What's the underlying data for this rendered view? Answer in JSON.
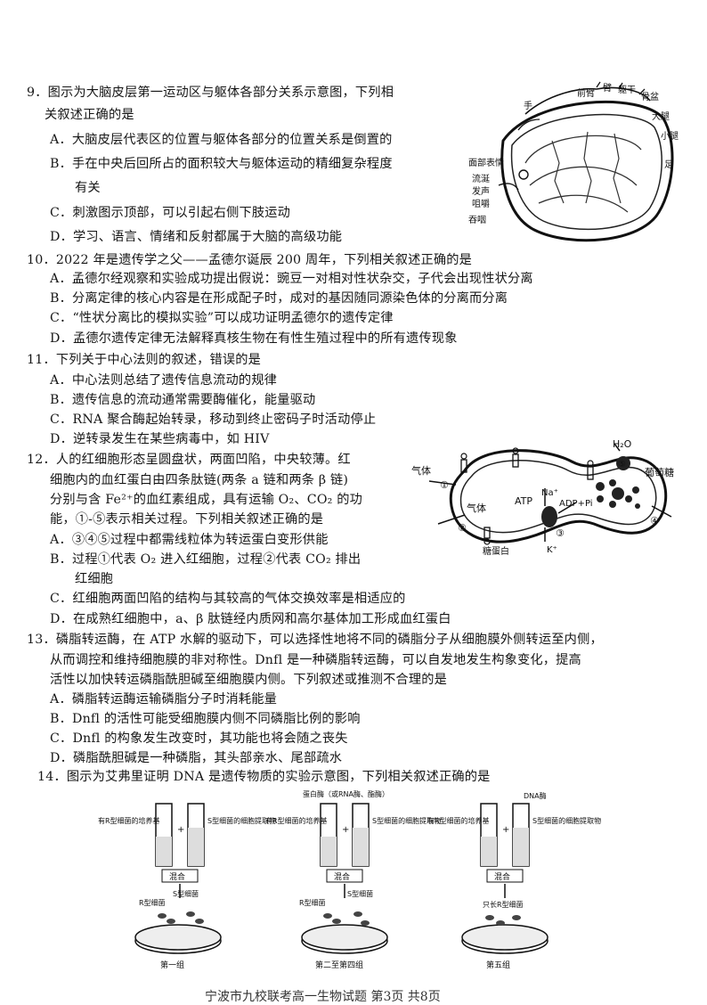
{
  "q9": {
    "stem1": "9．图示为大脑皮层第一运动区与躯体各部分关系示意图，下列相",
    "stem2": "关叙述正确的是",
    "A": "A．大脑皮层代表区的位置与躯体各部分的位置关系是倒置的",
    "B1": "B．手在中央后回所占的面积较大与躯体运动的精细复杂程度",
    "B2": "有关",
    "C": "C．刺激图示顶部，可以引起右侧下肢运动",
    "D": "D．学习、语言、情绪和反射都属于大脑的高级功能",
    "fig": {
      "hand": "手",
      "forearm": "前臂",
      "arm": "臂",
      "trunk": "躯干",
      "hip": "骨盆",
      "thigh": "大腿",
      "calf": "小腿",
      "foot": "足",
      "face": "面部表情",
      "drool": "流涎",
      "vocal": "发声",
      "chew": "咀嚼",
      "swallow": "吞咽"
    }
  },
  "q10": {
    "stem": "10．2022 年是遗传学之父——孟德尔诞辰 200 周年，下列相关叙述正确的是",
    "A": "A．孟德尔经观察和实验成功提出假说：豌豆一对相对性状杂交，子代会出现性状分离",
    "B": "B．分离定律的核心内容是在形成配子时，成对的基因随同源染色体的分离而分离",
    "C": "C．“性状分离比的模拟实验”可以成功证明孟德尔的遗传定律",
    "D": "D．孟德尔遗传定律无法解释真核生物在有性生殖过程中的所有遗传现象"
  },
  "q11": {
    "stem": "11．下列关于中心法则的叙述，错误的是",
    "A": "A．中心法则总结了遗传信息流动的规律",
    "B": "B．遗传信息的流动通常需要酶催化，能量驱动",
    "C": "C．RNA 聚合酶起始转录，移动到终止密码子时活动停止",
    "D": "D．逆转录发生在某些病毒中，如 HIV"
  },
  "q12": {
    "l1": "12．人的红细胞形态呈圆盘状，两面凹陷，中央较薄。红",
    "l2": "细胞内的血红蛋白由四条肽链(两条 a 链和两条 β 链)",
    "l3": "分别与含 Fe²⁺的血红素组成，具有运输 O₂、CO₂ 的功",
    "l4": "能，①-⑤表示相关过程。下列相关叙述正确的是",
    "A": "A．③④⑤过程中都需线粒体为转运蛋白变形供能",
    "B1": "B．过程①代表 O₂ 进入红细胞，过程②代表 CO₂ 排出",
    "B2": "红细胞",
    "C": "C．红细胞两面凹陷的结构与其较高的气体交换效率是相适应的",
    "D": "D．在成熟红细胞中，a、β 肽链经内质网和高尔基体加工形成血红蛋白",
    "fig": {
      "h2o": "H₂O",
      "glucose": "葡萄糖",
      "gas_out": "气体",
      "gas_in": "气体",
      "atp": "ATP",
      "na": "Na⁺",
      "adp": "ADP+Pi",
      "k": "K⁺",
      "glycoprotein": "糖蛋白",
      "n1": "①",
      "n2": "②",
      "n3": "③",
      "n4": "④",
      "n5": "⑤"
    }
  },
  "q13": {
    "l1": "13．磷脂转运酶，在 ATP 水解的驱动下，可以选择性地将不同的磷脂分子从细胞膜外侧转运至内侧，",
    "l2": "从而调控和维持细胞膜的非对称性。Dnfl 是一种磷脂转运酶，可以自发地发生构象变化，提高",
    "l3": "活性以加快转运磷脂酰胆碱至细胞膜内侧。下列叙述或推测不合理的是",
    "A": "A．磷脂转运酶运输磷脂分子时消耗能量",
    "B": "B．Dnfl 的活性可能受细胞膜内侧不同磷脂比例的影响",
    "C": "C．Dnfl 的构象发生改变时，其功能也将会随之丧失",
    "D": "D．磷脂酰胆碱是一种磷脂，其头部亲水、尾部疏水"
  },
  "q14": {
    "stem": "14．图示为艾弗里证明 DNA 是遗传物质的实验示意图，下列相关叙述正确的是",
    "fig": {
      "enzyme2": "蛋白酶（或RNA酶、酯酶）",
      "enzyme3": "DNA酶",
      "r_culture": "有R型细菌的培养基",
      "s_extract": "S型细菌的细胞提取物",
      "mix": "混合",
      "r_bact": "R型细菌",
      "s_bact": "S型细菌",
      "only_r": "只长R型细菌",
      "g1": "第一组",
      "g2": "第二至第四组",
      "g5": "第五组",
      "plus": "+"
    }
  },
  "footer": "宁波市九校联考高一生物试题 第3页 共8页"
}
